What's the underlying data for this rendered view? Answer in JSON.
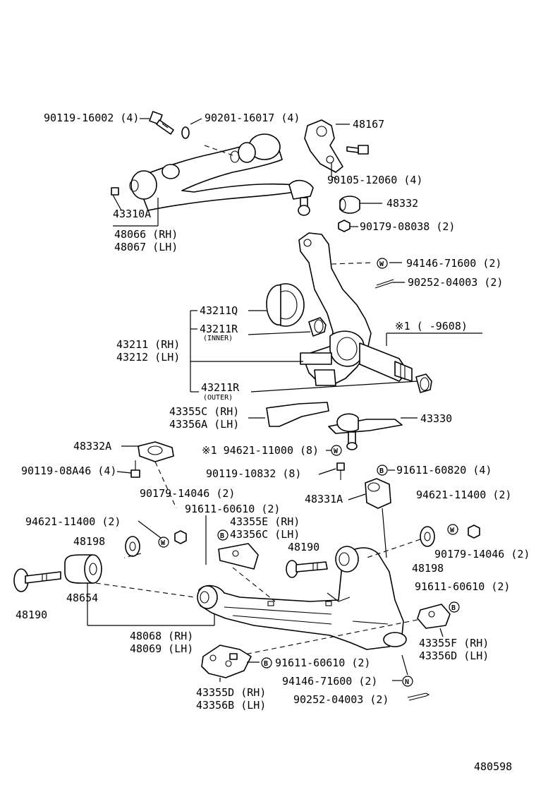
{
  "labels": {
    "bolt_upper_arm": "90119-16002 (4)",
    "washer_upper_arm": "90201-16017 (4)",
    "bracket_48167": "48167",
    "bolt_90105": "90105-12060 (4)",
    "bumper_48332": "48332",
    "nut_90179_08038": "90179-08038 (2)",
    "fitting_43310a": "43310A",
    "upper_arm_rh": "48066 (RH)",
    "upper_arm_lh": "48067 (LH)",
    "nut_94146_top": "94146-71600 (2)",
    "pin_90252_top": "90252-04003 (2)",
    "seal_43211q": "43211Q",
    "bearing_43211r_inner": "43211R",
    "inner_note": "(INNER)",
    "note_x1": "※1 (    -9608)",
    "knuckle_rh": "43211 (RH)",
    "knuckle_lh": "43212 (LH)",
    "bearing_43211r_outer": "43211R",
    "outer_note": "(OUTER)",
    "cover_43355c": "43355C (RH)",
    "cover_43356a": "43356A (LH)",
    "ball_joint": "43330",
    "stopper_48332a": "48332A",
    "washer_94621_11000": "※1 94621-11000 (8)",
    "bolt_90119_08a46": "90119-08A46 (4)",
    "bolt_90119_10832": "90119-10832 (8)",
    "bolt_91611_60820": "91611-60820 (4)",
    "nut_90179_14046_left": "90179-14046 (2)",
    "bumper_48331a": "48331A",
    "washer_94621_11400_right": "94621-11400 (2)",
    "bolt_91611_60610_top": "91611-60610 (2)",
    "cover_43355e": "43355E (RH)",
    "cover_43356c": "43356C (LH)",
    "washer_94621_11400_left": "94621-11400 (2)",
    "cam_48198_left": "48198",
    "bolt_48190_center": "48190",
    "nut_90179_14046_right": "90179-14046 (2)",
    "cam_48198_right": "48198",
    "bolt_48190_left": "48190",
    "bushing_48654": "48654",
    "bolt_91611_60610_right": "91611-60610 (2)",
    "lower_arm_rh": "48068 (RH)",
    "lower_arm_lh": "48069 (LH)",
    "cover_43355f": "43355F (RH)",
    "cover_43356d": "43356D (LH)",
    "bolt_91611_60610_bottom": "91611-60610 (2)",
    "nut_94146_bottom": "94146-71600 (2)",
    "pin_90252_bottom": "90252-04003 (2)",
    "cover_43355d": "43355D (RH)",
    "cover_43356b": "43356B (LH)",
    "diagram_number": "480598"
  },
  "symbols": {
    "washer": "W",
    "bolt": "B",
    "nut": "N"
  },
  "icons": [
    "upper-control-arm-icon",
    "steering-knuckle-icon",
    "lower-control-arm-icon",
    "ball-joint-icon",
    "bushing-icon",
    "bolt-icon",
    "washer-icon",
    "nut-icon",
    "cotter-pin-icon"
  ]
}
